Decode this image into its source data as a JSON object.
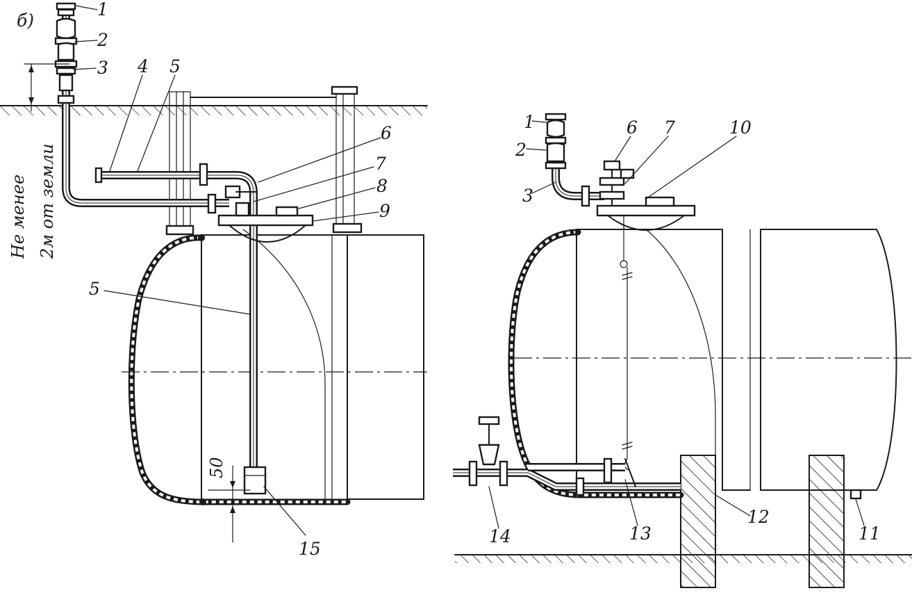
{
  "diagram": {
    "panel_mark": "б)",
    "left_labels": [
      "1",
      "2",
      "3",
      "4",
      "5",
      "6",
      "7",
      "8",
      "9",
      "5",
      "15"
    ],
    "left_dimension": "50",
    "vertical_note_line1": "Не менее",
    "vertical_note_line2": "2м от земли",
    "right_labels": [
      "1",
      "2",
      "3",
      "6",
      "7",
      "10",
      "14",
      "13",
      "12",
      "11"
    ]
  }
}
